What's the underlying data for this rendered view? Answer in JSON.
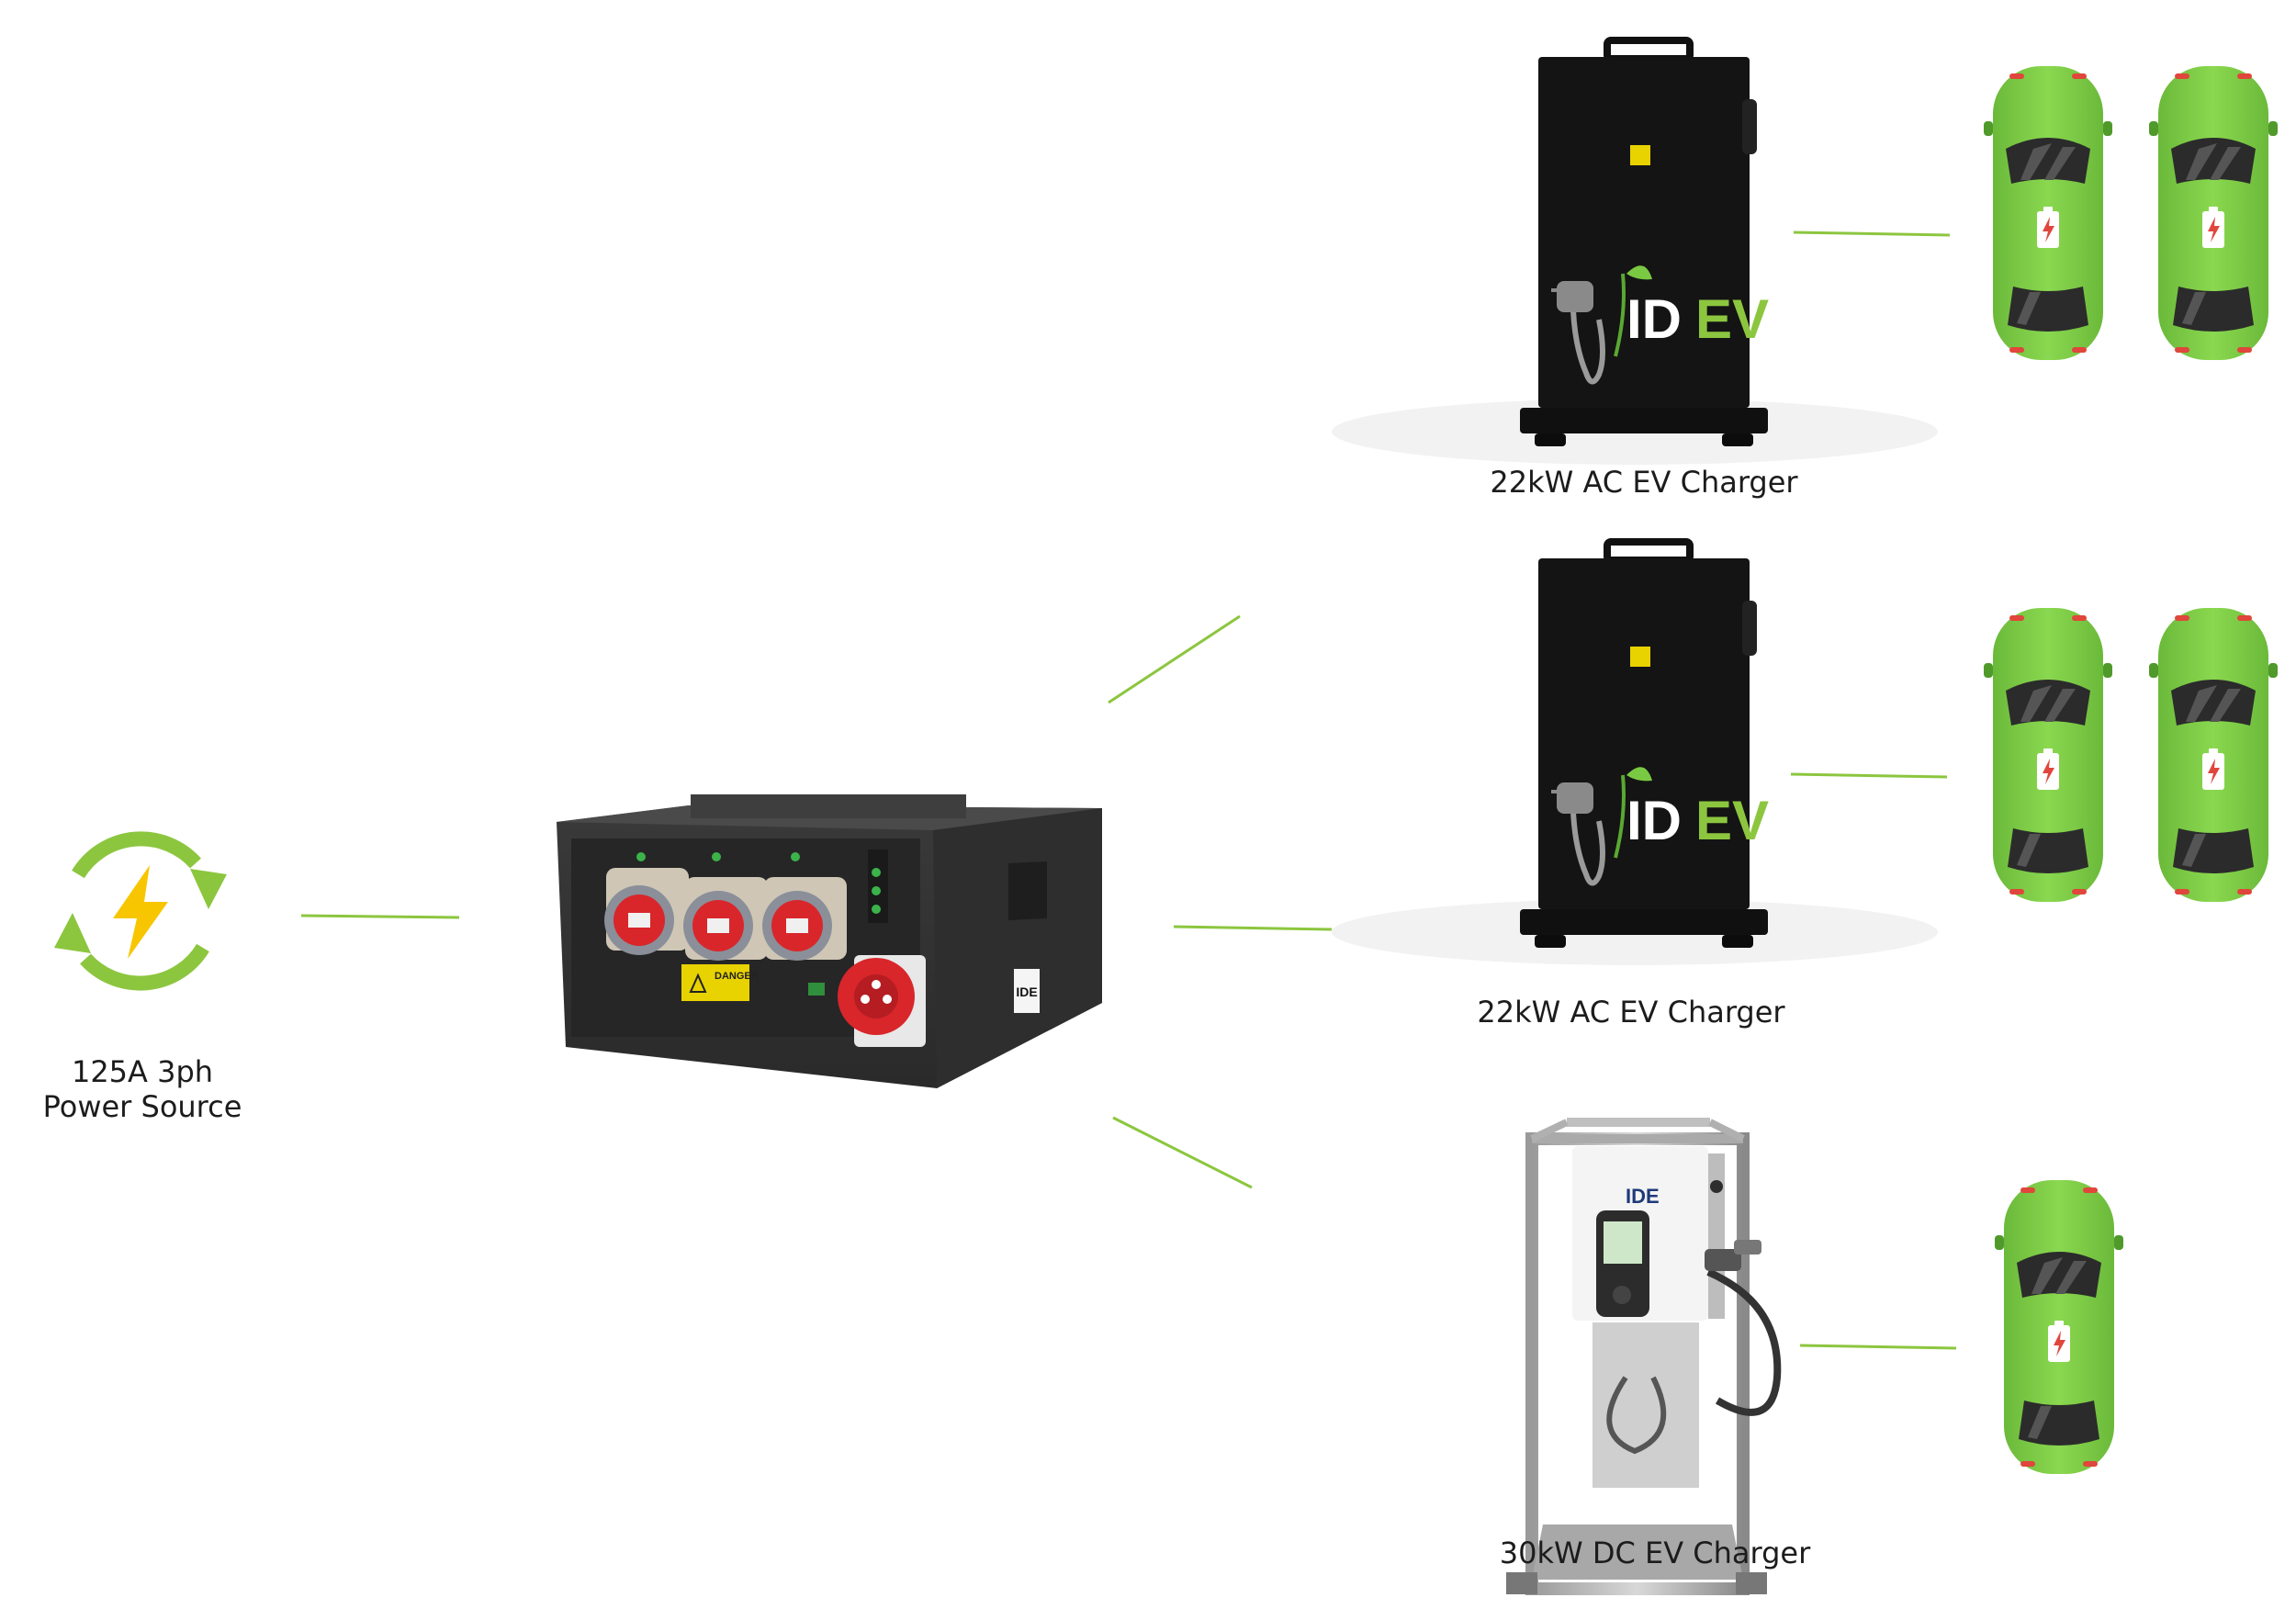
{
  "source": {
    "line1": "125A 3ph",
    "line2": "Power Source"
  },
  "distribution_box": {
    "warning_sign": "DANGER",
    "logo": "IDE"
  },
  "chargers": [
    {
      "label": "22kW AC EV Charger",
      "brand": "IDEV",
      "cars": 2
    },
    {
      "label": "22kW AC EV Charger",
      "brand": "IDEV",
      "cars": 2
    },
    {
      "label": "30kW DC EV Charger",
      "brand": "IDE",
      "cars": 1
    }
  ],
  "colors": {
    "connector_line": "#8cc63f",
    "car_body": "#7ac943",
    "source_icon_ring": "#8cc63f",
    "bolt": "#f7c600",
    "charger_body": "#141414",
    "socket_red": "#d9262b"
  }
}
